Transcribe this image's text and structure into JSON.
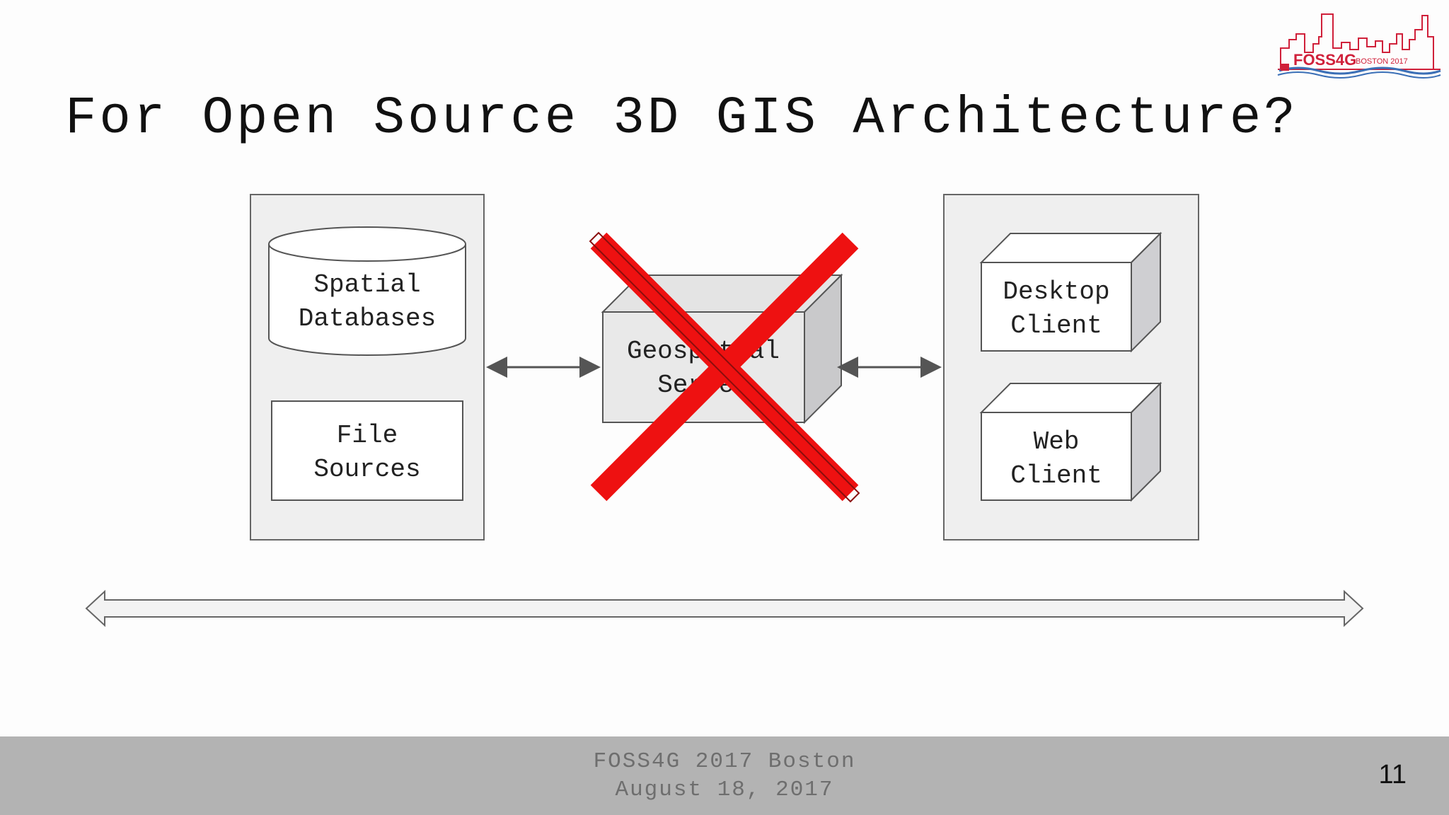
{
  "slide": {
    "title": "For Open Source 3D GIS Architecture?",
    "page_number": "11"
  },
  "diagram": {
    "data_tier": {
      "spatial_databases": [
        "Spatial",
        "Databases"
      ],
      "file_sources": [
        "File",
        "Sources"
      ]
    },
    "server_tier": {
      "geospatial_server": [
        "Geospatial",
        "Server"
      ],
      "status": "crossed-out",
      "cross_color": "#ee1111"
    },
    "client_tier": {
      "desktop_client": [
        "Desktop",
        "Client"
      ],
      "web_client": [
        "Web",
        "Client"
      ]
    }
  },
  "footer": {
    "line1": "FOSS4G 2017 Boston",
    "line2": "August 18, 2017"
  },
  "logo": {
    "text": "FOSS4G",
    "subtext": "BOSTON 2017",
    "accent_color": "#d0203a"
  }
}
